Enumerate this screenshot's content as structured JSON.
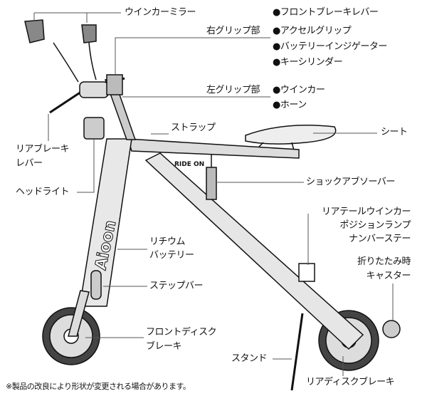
{
  "title_logo": "Aioon",
  "frame_print": "RIDE ON",
  "labels": {
    "mirror": "ウインカーミラー",
    "right_grip": "右グリップ部",
    "right_grip_items": [
      "●フロントブレーキレバー",
      "●アクセルグリップ",
      "●バッテリーインジゲーター",
      "●キーシリンダー"
    ],
    "left_grip": "左グリップ部",
    "left_grip_items": [
      "●ウインカー",
      "●ホーン"
    ],
    "strap": "ストラップ",
    "seat": "シート",
    "rear_brake_lever": [
      "リアブレーキ",
      "レバー"
    ],
    "headlight": "ヘッドライト",
    "shock": "ショックアブソーバー",
    "rear_tail": [
      "リアテールウインカー",
      "ポジションランプ",
      "ナンバーステー"
    ],
    "caster": [
      "折りたたみ時",
      "キャスター"
    ],
    "battery": [
      "リチウム",
      "バッテリー"
    ],
    "step_bar": "ステップバー",
    "front_disc": [
      "フロントディスク",
      "ブレーキ"
    ],
    "stand": "スタンド",
    "rear_disc": "リアディスクブレーキ"
  },
  "footnote": "※製品の改良により形状が変更される場合があります。"
}
